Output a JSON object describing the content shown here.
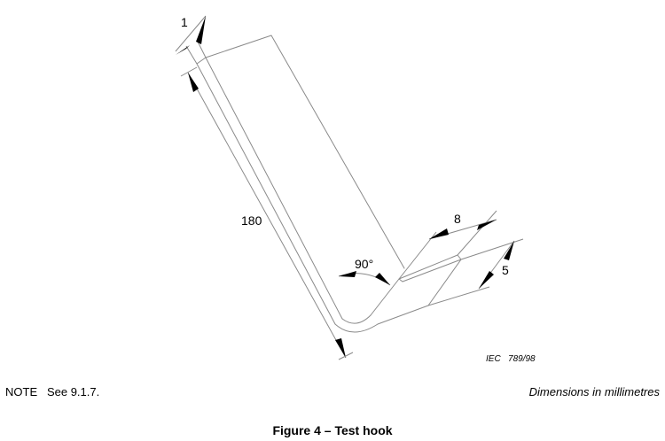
{
  "figure": {
    "dimensions": {
      "thickness": "1",
      "length": "180",
      "angle": "90°",
      "hook_length": "8",
      "hook_width": "5"
    },
    "reference": "IEC   789/98"
  },
  "note": "NOTE   See 9.1.7.",
  "units_note": "Dimensions in millimetres",
  "caption": "Figure 4 – Test hook"
}
